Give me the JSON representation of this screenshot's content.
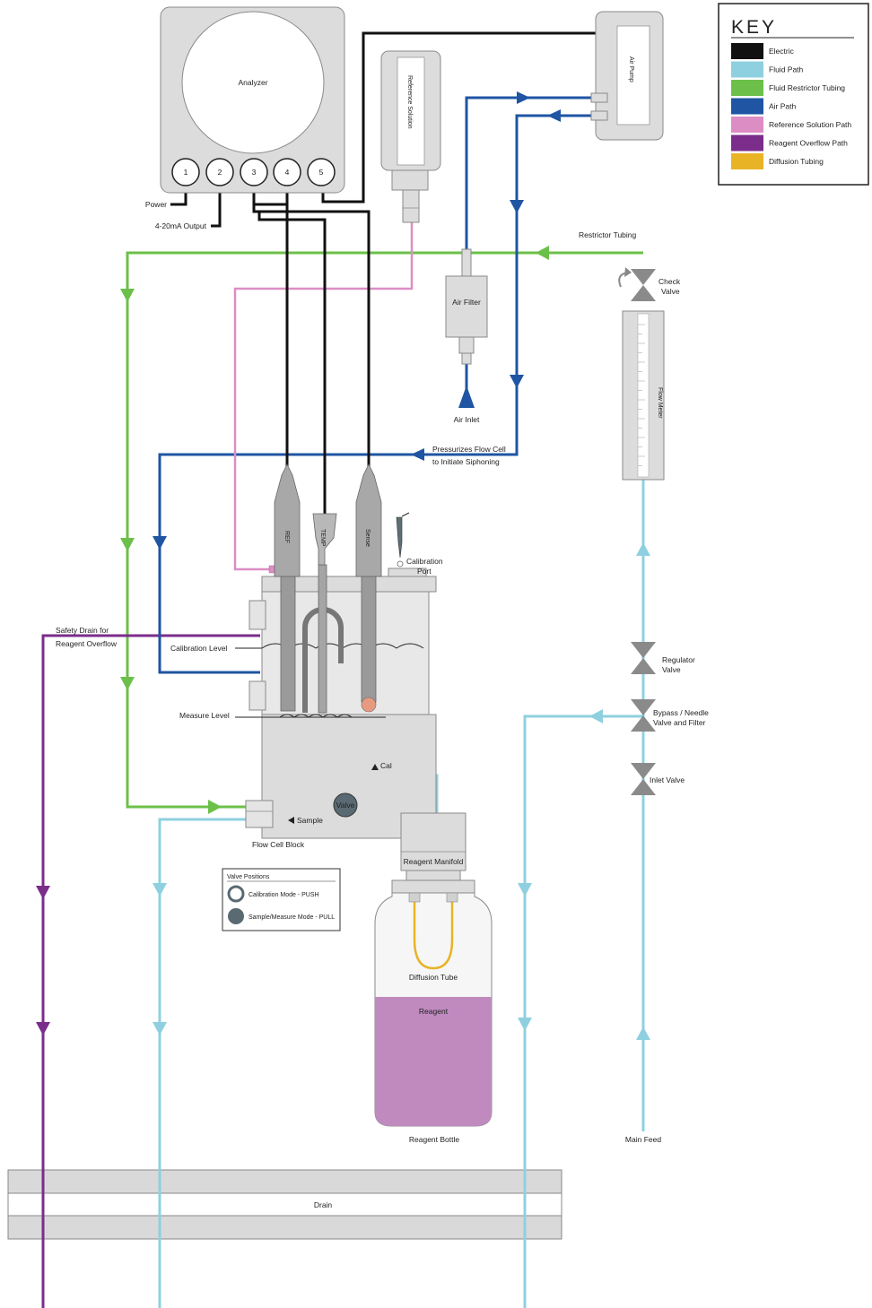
{
  "key": {
    "title": "KEY",
    "items": [
      {
        "label": "Electric",
        "color": "#111111"
      },
      {
        "label": "Fluid Path",
        "color": "#8fd0e0"
      },
      {
        "label": "Fluid Restrictor Tubing",
        "color": "#6cc04a"
      },
      {
        "label": "Air Path",
        "color": "#1f55a3"
      },
      {
        "label": "Reference Solution Path",
        "color": "#dc8ec4"
      },
      {
        "label": "Reagent Overflow Path",
        "color": "#7b2d8b"
      },
      {
        "label": "Diffusion Tubing",
        "color": "#e8b325"
      }
    ]
  },
  "analyzer": {
    "title": "Analyzer",
    "ports": [
      "1",
      "2",
      "3",
      "4",
      "5"
    ],
    "power_label": "Power",
    "output_label": "4-20mA Output"
  },
  "components": {
    "reference_solution": "Reference Solution",
    "air_pump": "Air Pump",
    "air_filter": "Air Filter",
    "air_inlet": "Air Inlet",
    "restrictor_tubing": "Restrictor Tubing",
    "check_valve": [
      "Check",
      "Valve"
    ],
    "flow_meter": "Flow Meter",
    "pressurizes": [
      "Pressurizes Flow Cell",
      "to Initiate Siphoning"
    ],
    "ref": "REF",
    "temp": "TEMP",
    "sense": "Sense",
    "calibration_port": [
      "Calibration",
      "Port"
    ],
    "safety_drain": [
      "Safety Drain for",
      "Reagent Overflow"
    ],
    "calibration_level": "Calibration Level",
    "measure_level": "Measure Level",
    "cal": "Cal",
    "valve": "Valve",
    "sample": "Sample",
    "flow_cell_block": "Flow Cell Block",
    "reagent_manifold": "Reagent Manifold",
    "regulator_valve": [
      "Regulator",
      "Valve"
    ],
    "bypass_valve": [
      "Bypass / Needle",
      "Valve and Filter"
    ],
    "inlet_valve": "Inlet Valve",
    "diffusion_tube": "Diffusion Tube",
    "reagent": "Reagent",
    "reagent_bottle": "Reagent Bottle",
    "main_feed": "Main Feed",
    "drain": "Drain"
  },
  "valve_positions": {
    "title": "Valve Positions",
    "calibration": "Calibration Mode - PUSH",
    "sample": "Sample/Measure Mode - PULL"
  }
}
